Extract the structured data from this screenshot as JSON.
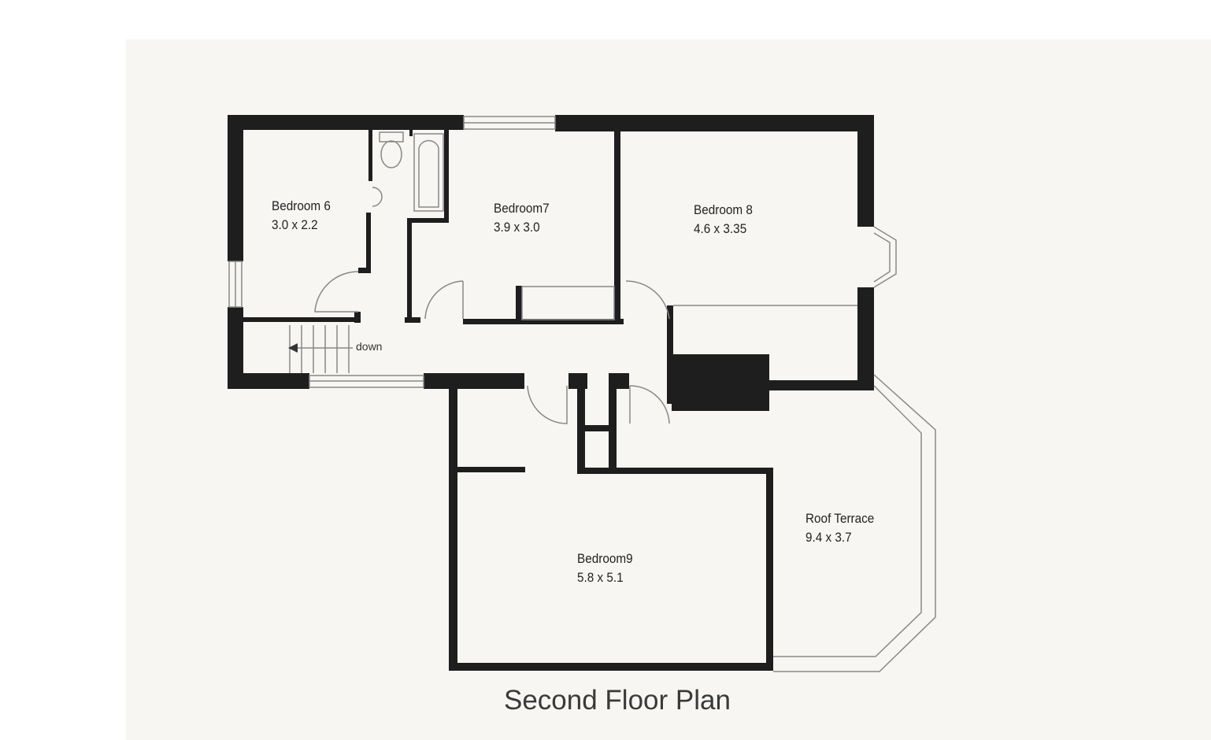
{
  "plan": {
    "title": "Second Floor Plan",
    "stairs_label": "down",
    "colors": {
      "wall": "#1e1e1e",
      "thin_line": "#888888",
      "background": "#f7f6f3"
    }
  },
  "rooms": [
    {
      "name": "Bedroom 6",
      "dimensions": "3.0 x 2.2"
    },
    {
      "name": "Bedroom7",
      "dimensions": "3.9 x 3.0"
    },
    {
      "name": "Bedroom 8",
      "dimensions": "4.6 x 3.35"
    },
    {
      "name": "Bedroom9",
      "dimensions": "5.8 x 5.1"
    },
    {
      "name": "Roof Terrace",
      "dimensions": "9.4 x 3.7"
    }
  ]
}
